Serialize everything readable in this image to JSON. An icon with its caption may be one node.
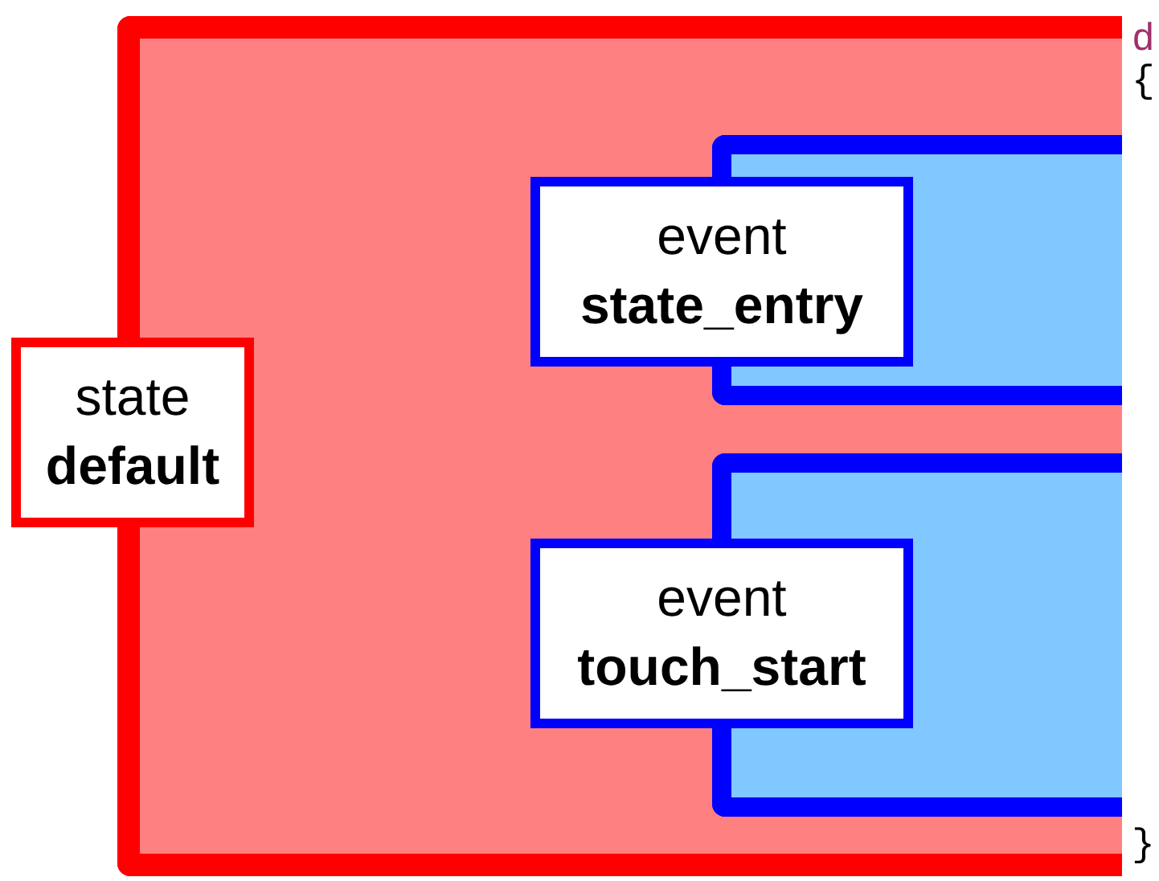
{
  "diagram": {
    "nodes": [
      {
        "text": [
          "state",
          "default"
        ]
      },
      {
        "text": [
          "event",
          "state_entry"
        ],
        "in": 0
      },
      {
        "text": [
          "event",
          "touch_start"
        ],
        "in": 0
      }
    ],
    "labels": [
      "d",
      "{",
      "}"
    ]
  }
}
